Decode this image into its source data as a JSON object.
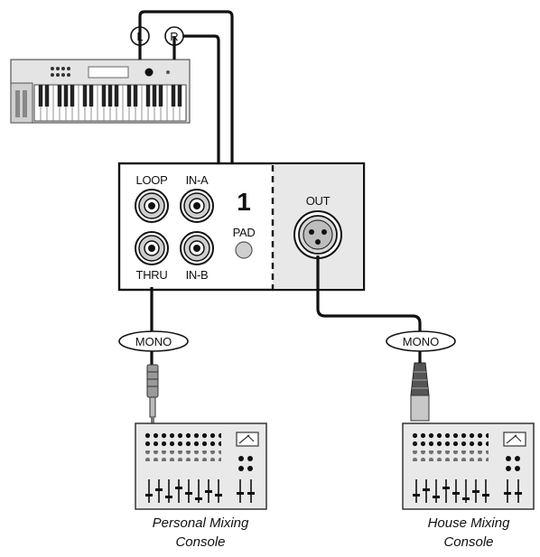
{
  "keyboard_outputs": {
    "left": "L",
    "right": "R"
  },
  "di_box": {
    "jacks": {
      "loop": "LOOP",
      "in_a": "IN-A",
      "thru": "THRU",
      "in_b": "IN-B"
    },
    "channel_number": "1",
    "pad_label": "PAD",
    "out_label": "OUT"
  },
  "cables": {
    "left_cable": "MONO",
    "right_cable": "MONO"
  },
  "consoles": {
    "personal": {
      "line1": "Personal Mixing",
      "line2": "Console"
    },
    "house": {
      "line1": "House Mixing",
      "line2": "Console"
    }
  }
}
